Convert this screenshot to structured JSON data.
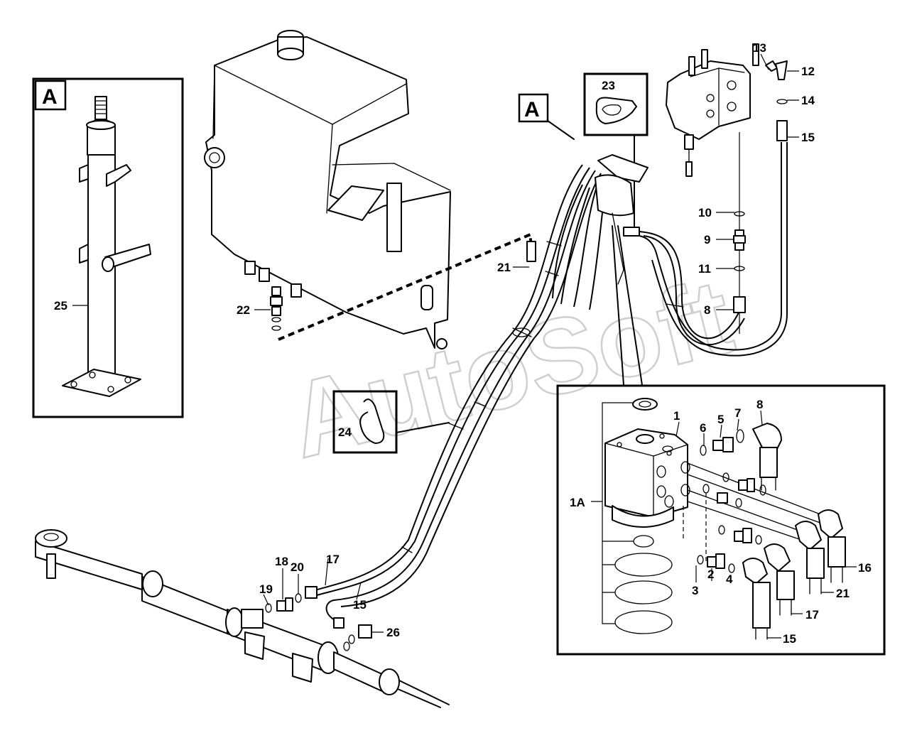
{
  "watermark": "AutoSoft",
  "view_labels": {
    "detail_a_box": "A",
    "detail_a_pointer": "A"
  },
  "callouts": {
    "c1": "1",
    "c1A": "1A",
    "c2": "2",
    "c3": "3",
    "c4": "4",
    "c5": "5",
    "c6": "6",
    "c7": "7",
    "c8_inset": "8",
    "c8_main": "8",
    "c9": "9",
    "c10": "10",
    "c11": "11",
    "c12": "12",
    "c13": "13",
    "c14": "14",
    "c15_top": "15",
    "c15_hose": "15",
    "c15_inset": "15",
    "c16": "16",
    "c17_hose": "17",
    "c17_inset": "17",
    "c18": "18",
    "c19": "19",
    "c20": "20",
    "c21_main": "21",
    "c21_inset": "21",
    "c22": "22",
    "c23": "23",
    "c24": "24",
    "c25": "25",
    "c26": "26"
  }
}
